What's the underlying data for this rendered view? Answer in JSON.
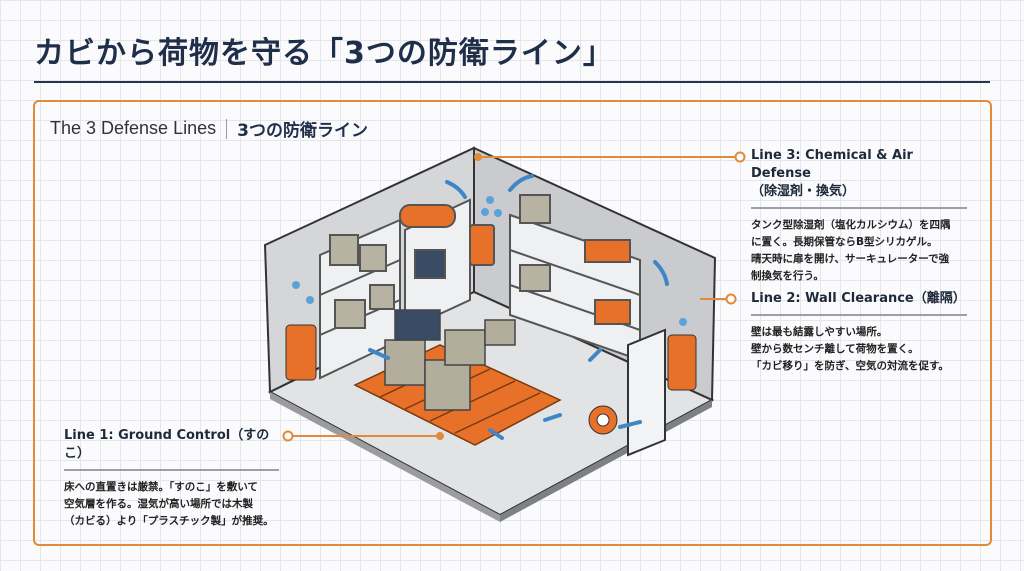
{
  "title": "カビから荷物を守る「3つの防衛ライン」",
  "subtitle": {
    "en": "The 3 Defense Lines",
    "jp": "3つの防衛ライン"
  },
  "lines": [
    {
      "heading": "Line 3: Chemical & Air Defense",
      "heading2": "（除湿剤・換気）",
      "body": [
        "タンク型除湿剤（塩化カルシウム）を四隅",
        "に置く。長期保管ならB型シリカゲル。",
        "晴天時に扉を開け、サーキュレーターで強",
        "制換気を行う。"
      ]
    },
    {
      "heading": "Line 2: Wall Clearance（離隔）",
      "body": [
        "壁は最も結露しやすい場所。",
        "壁から数センチ離して荷物を置く。",
        "「カビ移り」を防ぎ、空気の対流を促す。"
      ]
    },
    {
      "heading": "Line 1: Ground Control（すのこ）",
      "body": [
        "床への直置きは厳禁。「すのこ」を敷いて",
        "空気層を作る。湿気が高い場所では木製",
        "（カビる）より「プラスチック製」が推奨。"
      ]
    }
  ],
  "colors": {
    "accent": "#e08a3a",
    "navy": "#1f2f4a",
    "orange": "#e8712a",
    "arrow": "#3f86c6"
  }
}
